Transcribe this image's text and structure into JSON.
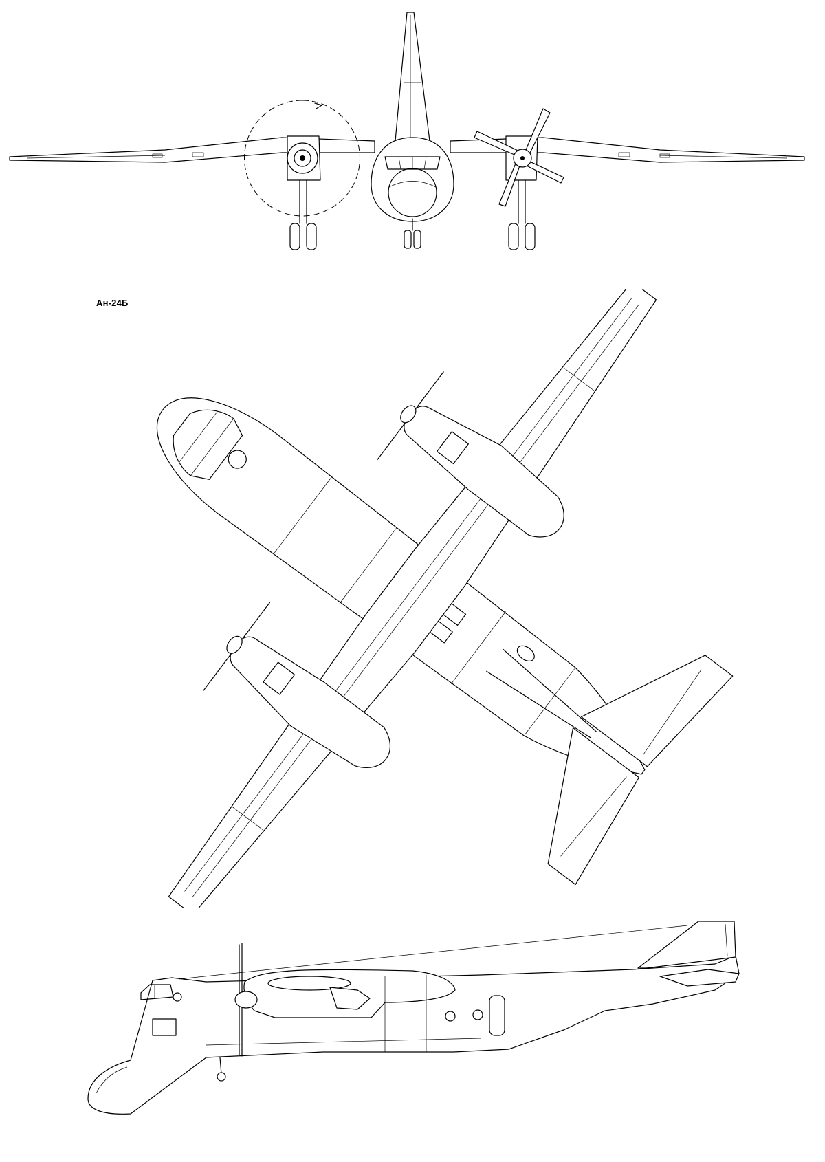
{
  "drawing": {
    "model_label": "Ан-24Б",
    "views": [
      "front-view",
      "top-view",
      "side-view"
    ],
    "line_color": "#000000",
    "background_color": "#ffffff"
  }
}
